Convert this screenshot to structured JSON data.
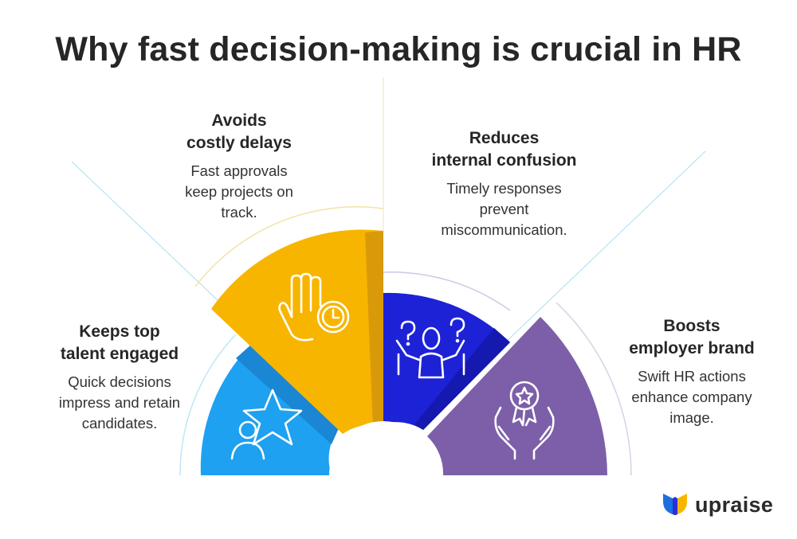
{
  "title": "Why fast decision-making is crucial in HR",
  "colors": {
    "blue_light": "#1ea1f0",
    "blue_light_dark": "#1a86d4",
    "yellow": "#f7b500",
    "yellow_dark": "#d99a0a",
    "indigo": "#1d22d6",
    "indigo_dark": "#1519b0",
    "purple": "#7c5fa8",
    "purple_dark": "#644a8c"
  },
  "segments": [
    {
      "heading_line1": "Keeps top",
      "heading_line2": "talent engaged",
      "body_line1": "Quick decisions",
      "body_line2": "impress and retain",
      "body_line3": "candidates.",
      "icon": "person-star-icon"
    },
    {
      "heading_line1": "Avoids",
      "heading_line2": "costly delays",
      "body_line1": "Fast approvals",
      "body_line2": "keep projects on",
      "body_line3": "track.",
      "icon": "hand-clock-icon"
    },
    {
      "heading_line1": "Reduces",
      "heading_line2": "internal confusion",
      "body_line1": "Timely responses",
      "body_line2": "prevent",
      "body_line3": "miscommunication.",
      "icon": "confused-person-icon"
    },
    {
      "heading_line1": "Boosts",
      "heading_line2": "employer brand",
      "body_line1": "Swift HR actions",
      "body_line2": "enhance company",
      "body_line3": "image.",
      "icon": "hands-award-icon"
    }
  ],
  "logo": {
    "text": "upraise",
    "icon": "upraise-logo-icon"
  }
}
